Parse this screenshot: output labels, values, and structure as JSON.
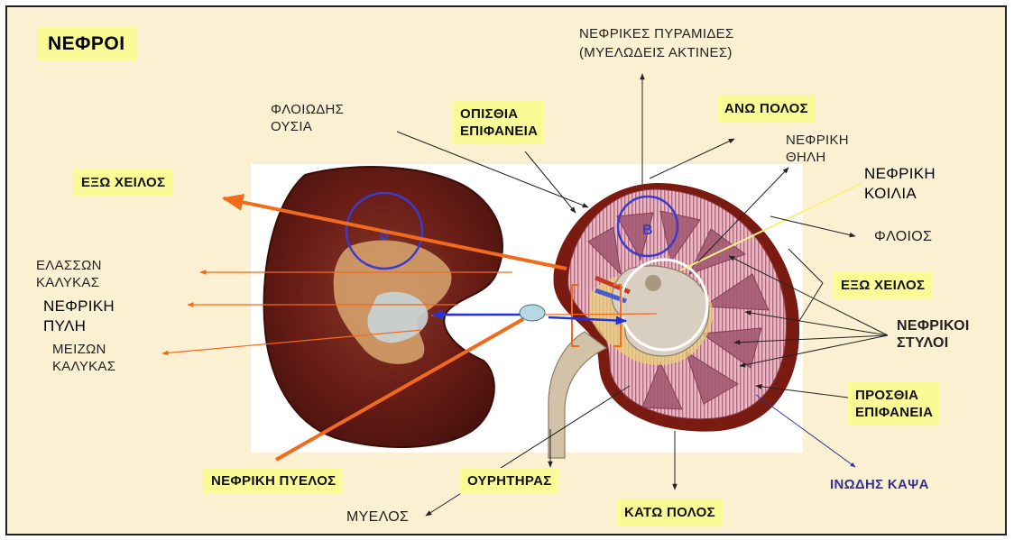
{
  "title": "ΝΕΦΡΟΙ",
  "labels": {
    "pyramids_line1": "ΝΕΦΡΙΚΕΣ ΠΥΡΑΜΙΔΕΣ",
    "pyramids_line2": "(ΜΥΕΛΩΔΕΙΣ ΑΚΤΙΝΕΣ)",
    "cortical_substance": "ΦΛΟΙΩΔΗΣ\nΟΥΣΙΑ",
    "posterior_surface": "ΟΠΙΣΘΙΑ\nΕΠΙΦΑΝΕΙΑ",
    "upper_pole": "ΑΝΩ ΠΟΛΟΣ",
    "renal_papilla": "ΝΕΦΡΙΚΗ\nΘΗΛΗ",
    "renal_sinus": "ΝΕΦΡΙΚΗ\nΚΟΙΛΙΑ",
    "cortex": "ΦΛΟΙΟΣ",
    "outer_lip_left": "ΕΞΩ ΧΕΙΛΟΣ",
    "outer_lip_right": "ΕΞΩ ΧΕΙΛΟΣ",
    "minor_calyces": "ΕΛΑΣΣΩΝ\nΚΑΛΥΚΑΣ",
    "renal_hilum": "ΝΕΦΡΙΚΗ\nΠΥΛΗ",
    "major_calyces": "ΜΕΙΖΩΝ\nΚΑΛΥΚΑΣ",
    "renal_columns": "ΝΕΦΡΙΚΟΙ\nΣΤΥΛΟΙ",
    "anterior_surface": "ΠΡΟΣΘΙΑ\nΕΠΙΦΑΝΕΙΑ",
    "renal_pelvis": "ΝΕΦΡΙΚΗ ΠΥΕΛΟΣ",
    "ureter": "ΟΥΡΗΤΗΡΑΣ",
    "medulla": "ΜΥΕΛΟΣ",
    "lower_pole": "ΚΑΤΩ ΠΟΛΟΣ",
    "fibrous_capsule": "ΙΝΩΔΗΣ ΚΑΨΑ"
  },
  "markers": {
    "left_circle": "B",
    "right_circle": "B"
  },
  "colors": {
    "background": "#fbf0d2",
    "tag_fill": "#fafa96",
    "orange_arrow": "#f26a1b",
    "blue_arrow": "#2233dd",
    "capsule_text": "#33338f"
  }
}
